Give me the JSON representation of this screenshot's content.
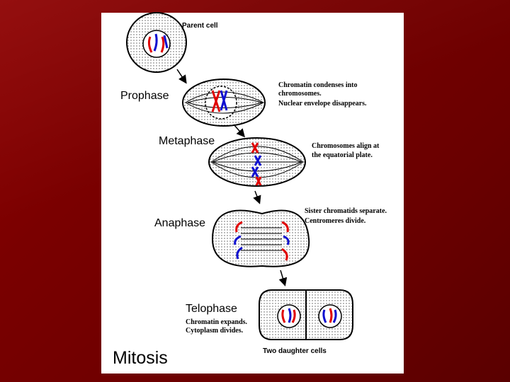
{
  "diagram": {
    "title": "Mitosis",
    "parent_cell": "Parent cell",
    "phases": {
      "prophase": {
        "name": "Prophase",
        "note_1": "Chromatin condenses into",
        "note_2": "chromosomes.",
        "note_3": "Nuclear envelope disappears."
      },
      "metaphase": {
        "name": "Metaphase",
        "note_1": "Chromosomes align at",
        "note_2": "the equatorial plate."
      },
      "anaphase": {
        "name": "Anaphase",
        "note_1": "Sister chromatids separate.",
        "note_2": "Centromeres divide."
      },
      "telophase": {
        "name": "Telophase",
        "note_1": "Chromatin expands.",
        "note_2": "Cytoplasm divides."
      }
    },
    "daughter_cells": "Two daughter cells"
  },
  "colors": {
    "background": "#7a0000",
    "chromosome_red": "#e00000",
    "chromosome_blue": "#1010d0",
    "arrow": "#000000"
  }
}
